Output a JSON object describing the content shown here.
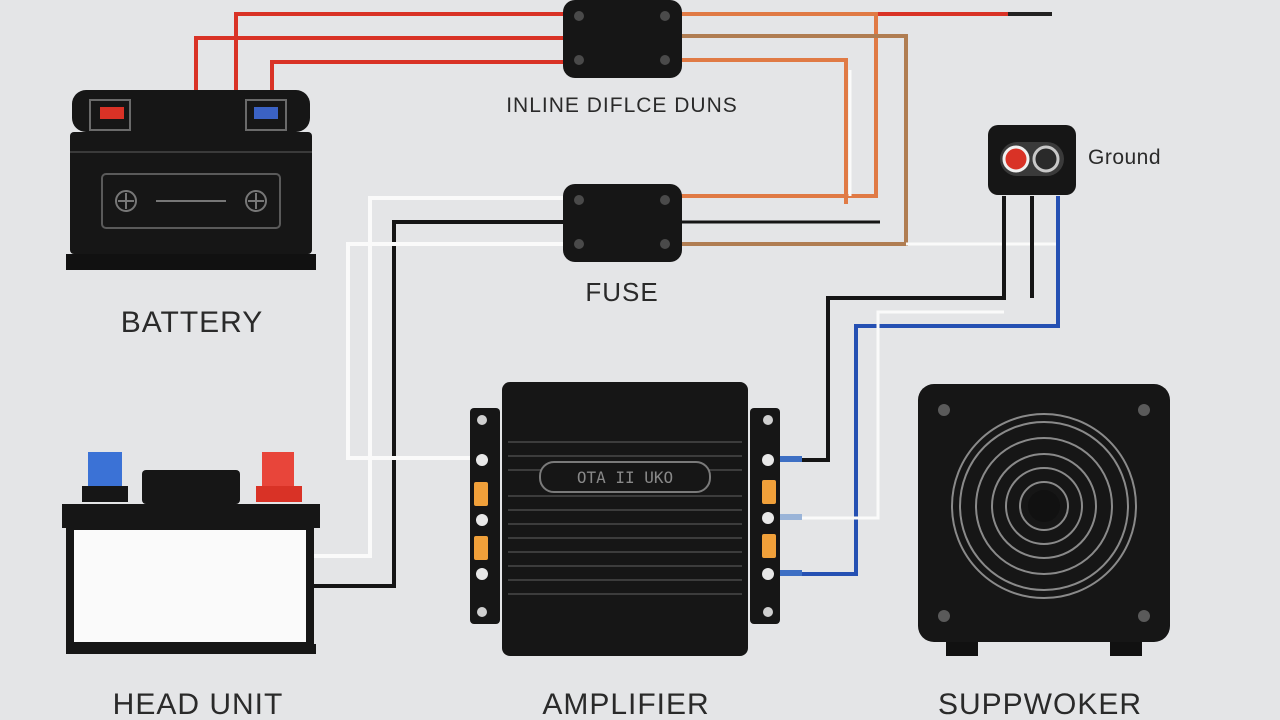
{
  "labels": {
    "inline_fuse": "INLINE DIFLCE DUNS",
    "fuse": "FUSE",
    "battery": "BATTERY",
    "ground": "Ground",
    "head_unit": "HEAD UNIT",
    "amplifier": "AMPLIFIER",
    "subwoofer": "SUPPWOKER",
    "amp_badge": "OTA II UKO"
  },
  "colors": {
    "background": "#e4e5e7",
    "wire_red": "#d93226",
    "wire_orange": "#e07a45",
    "wire_brown": "#b07d52",
    "wire_white": "#fafafa",
    "wire_black": "#151515",
    "wire_blue": "#2550b3",
    "component": "#161616",
    "terminal_orange": "#f0a03a"
  }
}
